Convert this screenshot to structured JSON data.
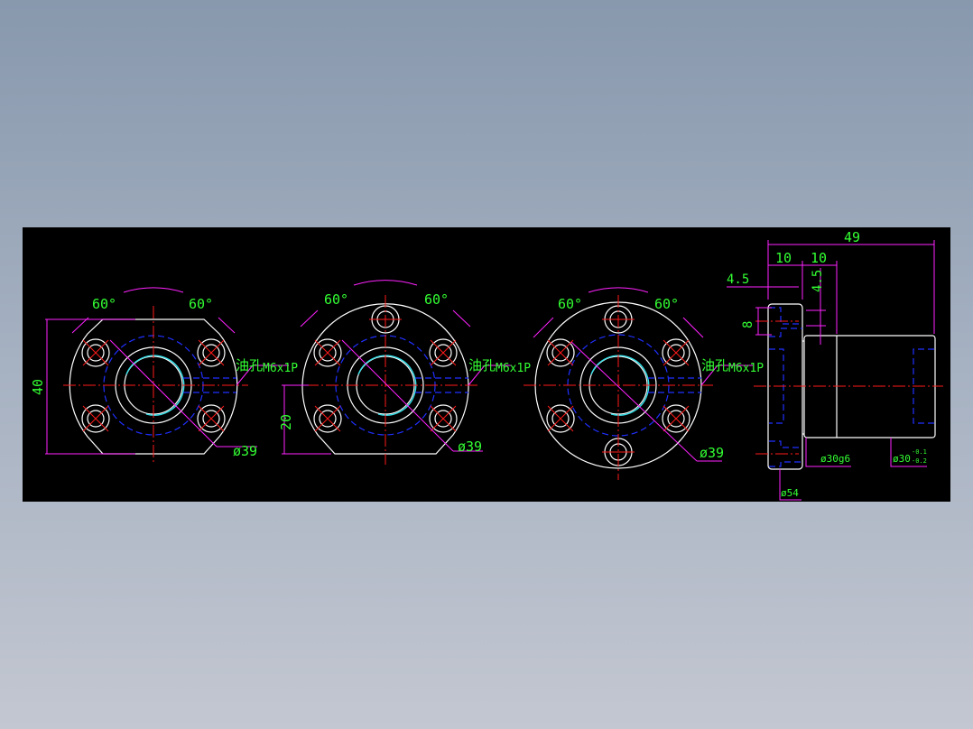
{
  "drawing": {
    "type": "CAD drawing - ball screw nut flange",
    "colors": {
      "background": "#000000",
      "outline": "#ffffff",
      "centerline": "#ff1a1a",
      "hidden_line": "#2030ff",
      "thread": "#33e0e8",
      "dimension_line": "#ff22ff",
      "dimension_text": "#33ff33"
    },
    "views": [
      {
        "name": "flange-view-4-hole-double-cut",
        "angle_left": "60°",
        "angle_right": "60°",
        "height_dim": "40",
        "oil_hole": "油孔",
        "oil_hole_thread": "M6x1P",
        "pcd": "ø39"
      },
      {
        "name": "flange-view-5-hole-single-cut",
        "angle_left": "60°",
        "angle_right": "60°",
        "half_height_dim": "20",
        "oil_hole": "油孔",
        "oil_hole_thread": "M6x1P",
        "pcd": "ø39"
      },
      {
        "name": "flange-view-6-hole-round",
        "angle_left": "60°",
        "angle_right": "60°",
        "oil_hole": "油孔",
        "oil_hole_thread": "M6x1P",
        "pcd": "ø39"
      }
    ],
    "side_view": {
      "overall_length": "49",
      "flange_width": "10",
      "step_width": "10",
      "hole_offset": "4.5",
      "oil_offset": "4.5",
      "counterbore": "8",
      "flange_dia": "ø54",
      "pilot_dia": "ø30g6",
      "body_dia": "ø30",
      "body_tol_upper": "-0.1",
      "body_tol_lower": "-0.2"
    }
  }
}
